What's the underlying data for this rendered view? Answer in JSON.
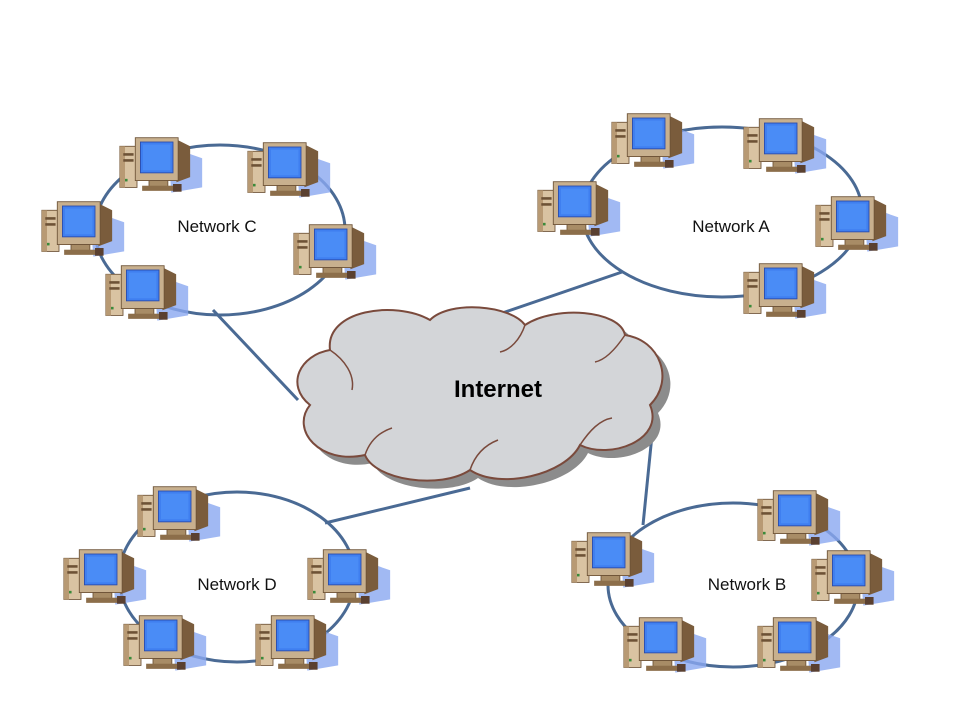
{
  "diagram": {
    "center": {
      "label": "Internet"
    },
    "networks": [
      {
        "id": "a",
        "label": "Network A",
        "computer_count": 5
      },
      {
        "id": "b",
        "label": "Network B",
        "computer_count": 5
      },
      {
        "id": "c",
        "label": "Network C",
        "computer_count": 5
      },
      {
        "id": "d",
        "label": "Network D",
        "computer_count": 5
      }
    ],
    "links": [
      {
        "from": "Network C",
        "to": "Internet"
      },
      {
        "from": "Network A",
        "to": "Internet"
      },
      {
        "from": "Network D",
        "to": "Internet"
      },
      {
        "from": "Network B",
        "to": "Internet"
      }
    ]
  },
  "colors": {
    "ring": "#4a6a94",
    "link": "#4a6a94",
    "cloud_fill": "#d3d5d8",
    "cloud_stroke": "#7a4a3c",
    "cloud_shadow": "#8c8c8c",
    "screen": "#3f7ff0",
    "screen_shadow": "#8aa8f0",
    "monitor_body": "#c8b08e",
    "monitor_dark": "#7a5c3c",
    "tower": "#d9c3a2"
  },
  "icons": {
    "computer": "desktop-computer-icon",
    "cloud": "internet-cloud-icon"
  }
}
